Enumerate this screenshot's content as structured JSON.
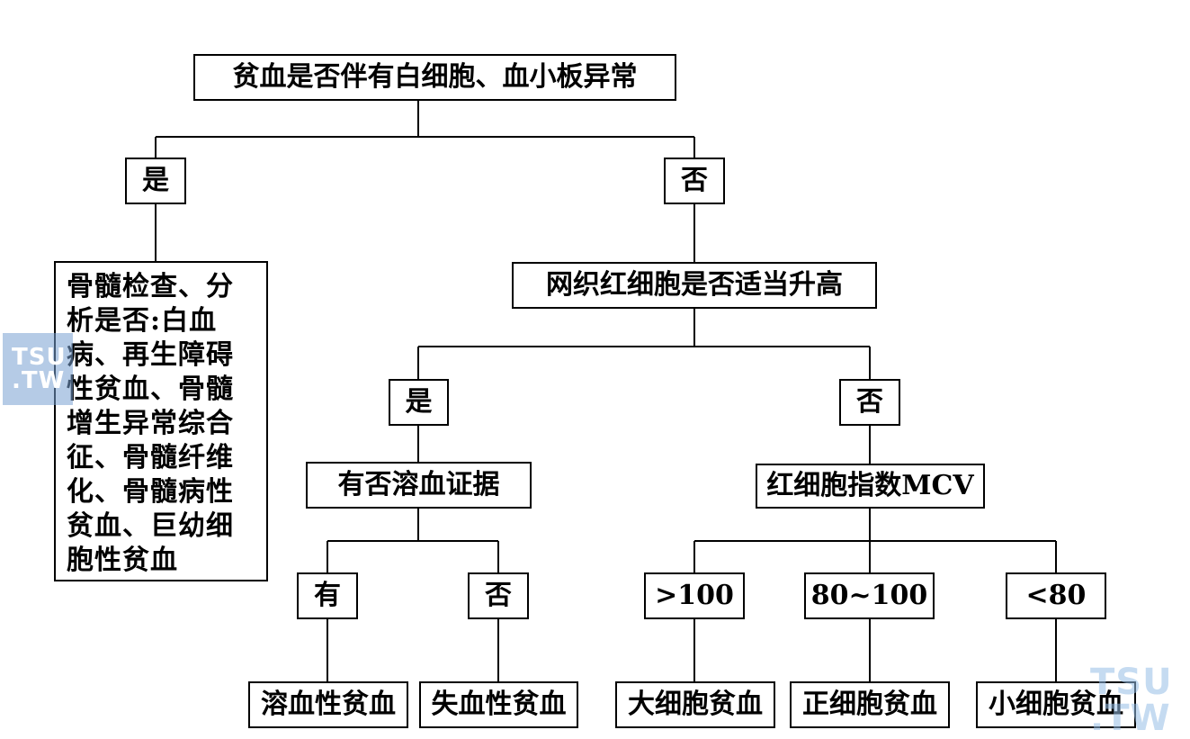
{
  "nodes": {
    "root": "贫血是否伴有白细胞、血小板异常",
    "yes1": "是",
    "no1": "否",
    "marrow_exam": [
      "骨髓检查、分",
      "析是否:白血",
      "病、再生障碍",
      "性贫血、骨髓",
      "增生异常综合",
      "征、骨髓纤维",
      "化、骨髓病性",
      "贫血、巨幼细",
      "胞性贫血"
    ],
    "reticulocyte": "网织红细胞是否适当升高",
    "yes2": "是",
    "no2": "否",
    "hemolysis_evidence": "有否溶血证据",
    "mcv": "红细胞指数MCV",
    "has": "有",
    "no3": "否",
    "gt100": ">100",
    "range80_100": "80~100",
    "lt80": "<80",
    "hemolytic_anemia": "溶血性贫血",
    "blood_loss_anemia": "失血性贫血",
    "macrocytic_anemia": "大细胞贫血",
    "normocytic_anemia": "正细胞贫血",
    "microcytic_anemia": "小细胞贫血"
  },
  "watermark": {
    "line1": "TSU",
    "line2": ".TW"
  }
}
